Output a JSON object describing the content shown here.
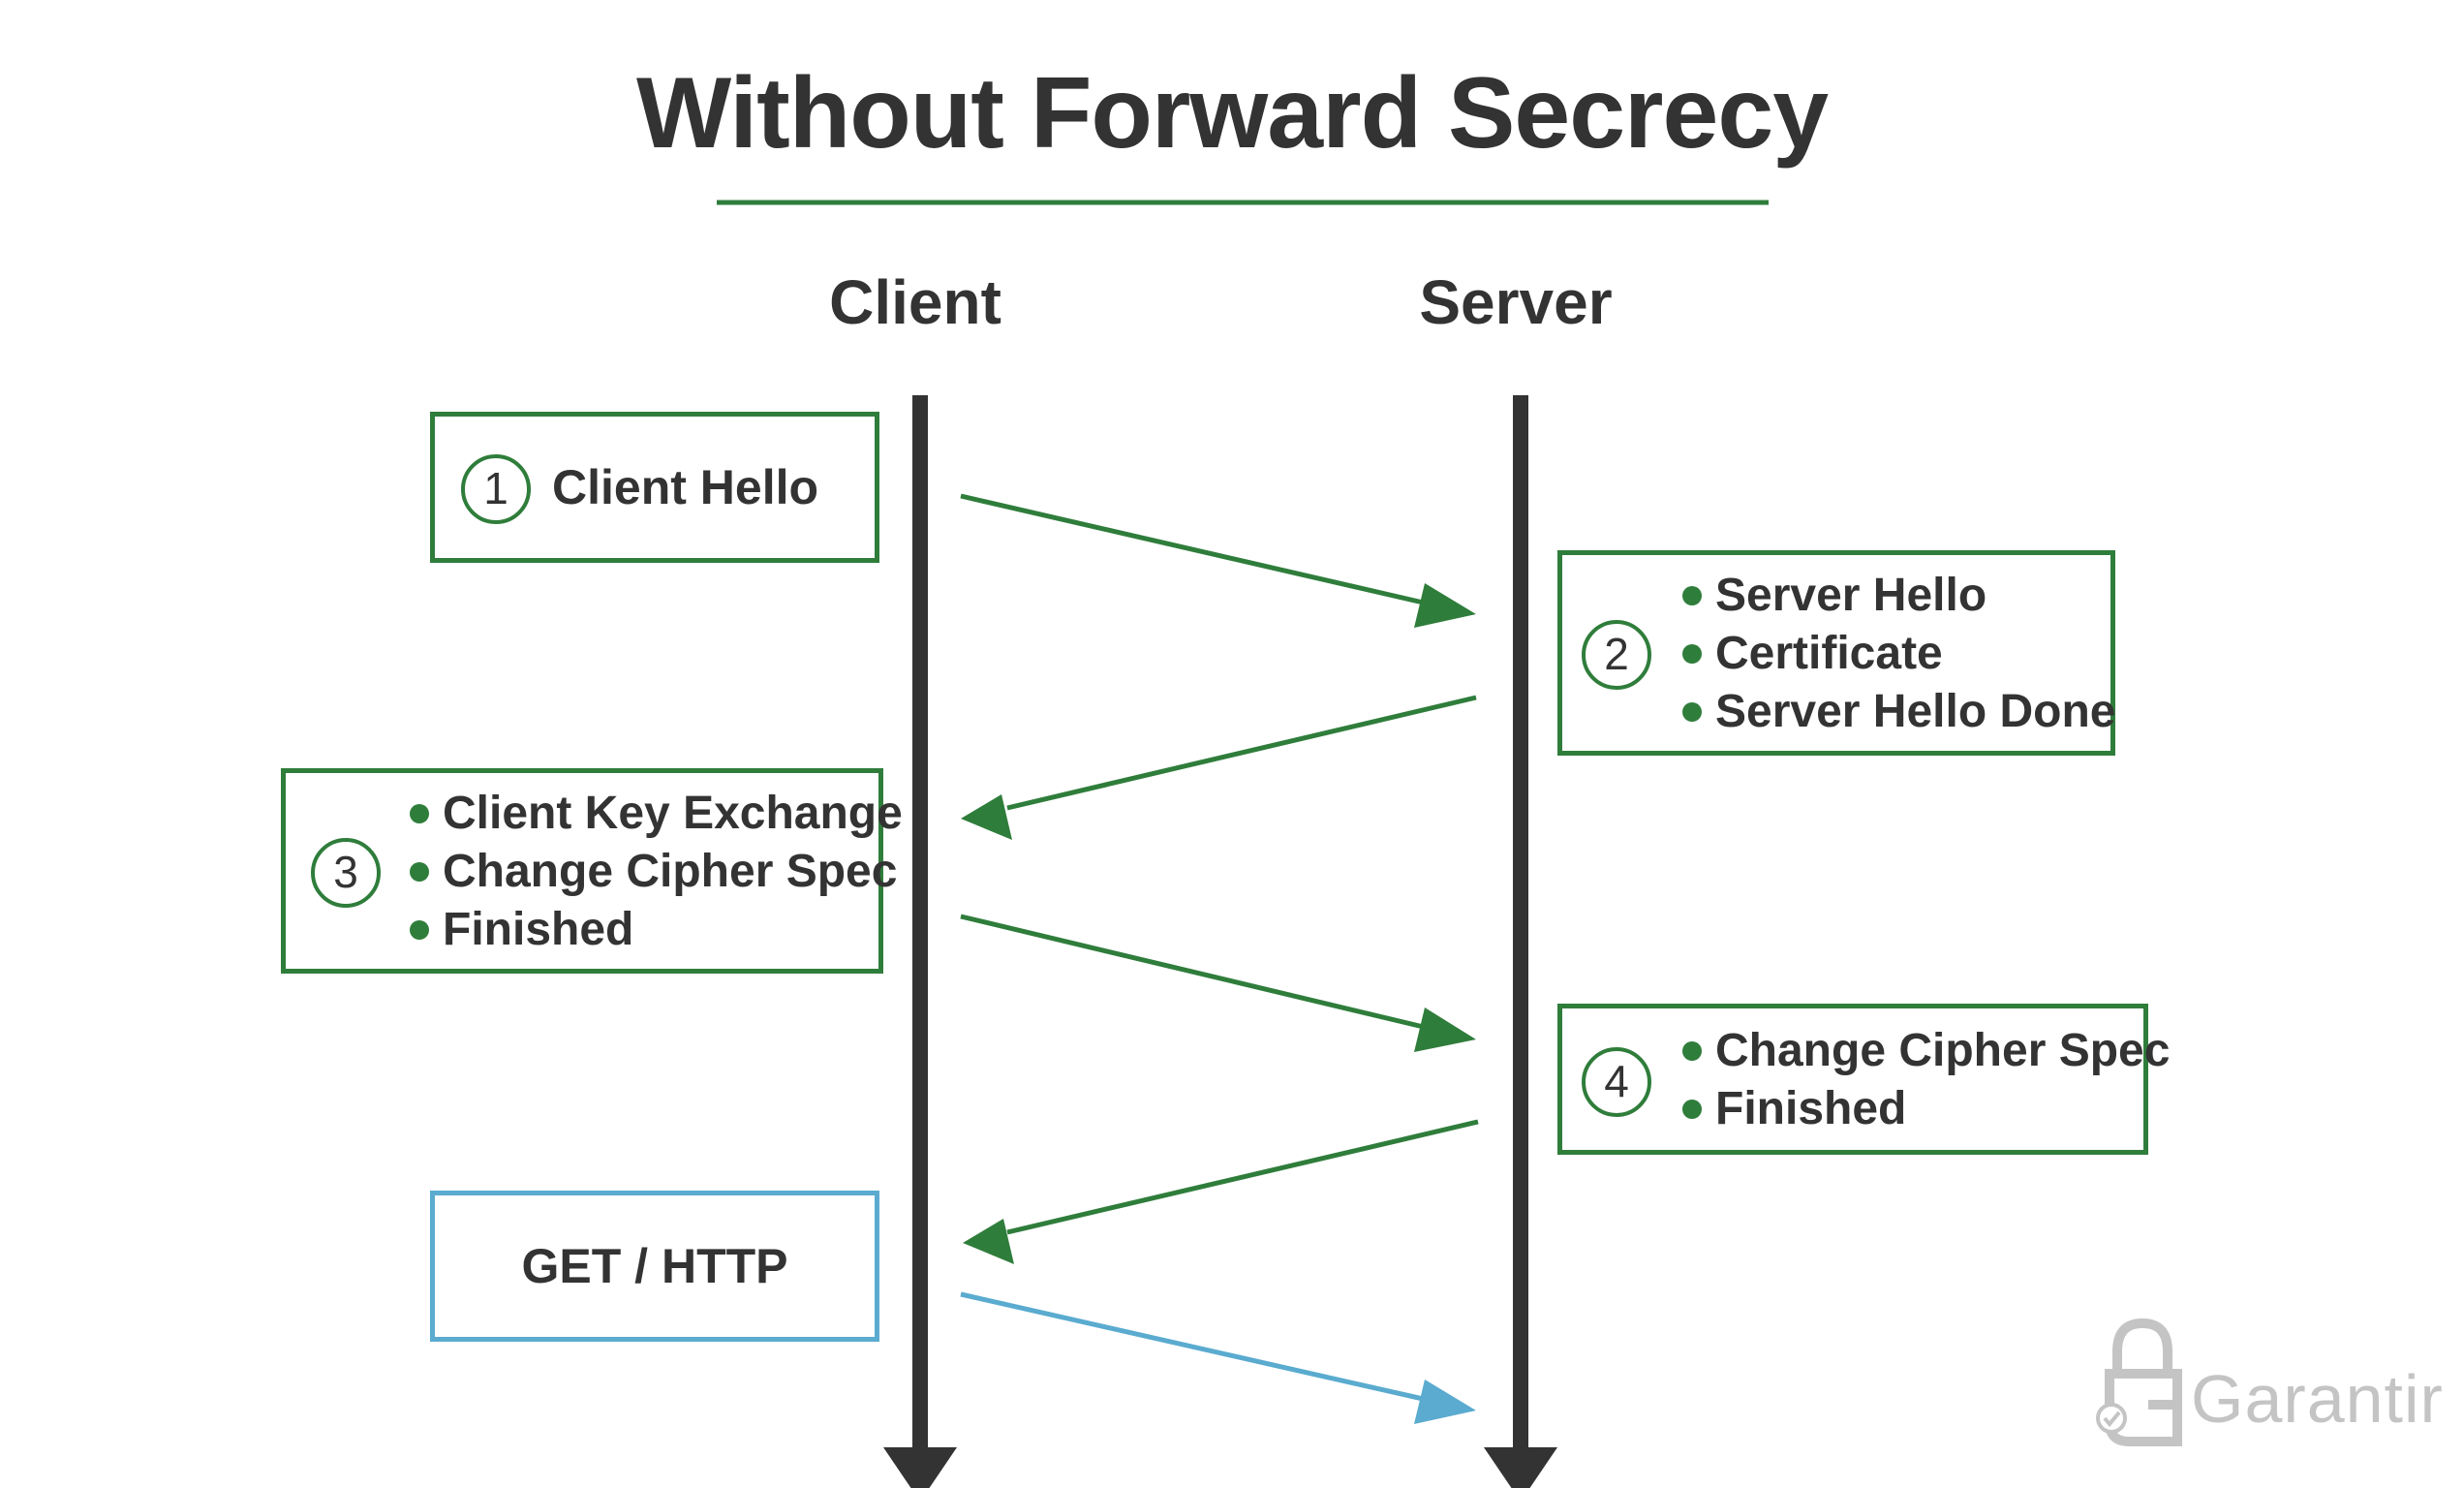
{
  "title": "Without Forward Secrecy",
  "columns": {
    "client": "Client",
    "server": "Server"
  },
  "steps": [
    {
      "number": "1",
      "items": [
        "Client Hello"
      ]
    },
    {
      "number": "2",
      "items": [
        "Server Hello",
        "Certificate",
        "Server Hello Done"
      ]
    },
    {
      "number": "3",
      "items": [
        "Client Key Exchange",
        "Change Cipher Spec",
        "Finished"
      ]
    },
    {
      "number": "4",
      "items": [
        "Change Cipher Spec",
        "Finished"
      ]
    }
  ],
  "request": {
    "label": "GET / HTTP"
  },
  "logo": {
    "text": "Garantir"
  },
  "colors": {
    "handshake": "#2f7d3b",
    "request": "#5aabcf",
    "lifeline": "#333333",
    "text": "#333333",
    "logo": "#c4c4c4"
  }
}
